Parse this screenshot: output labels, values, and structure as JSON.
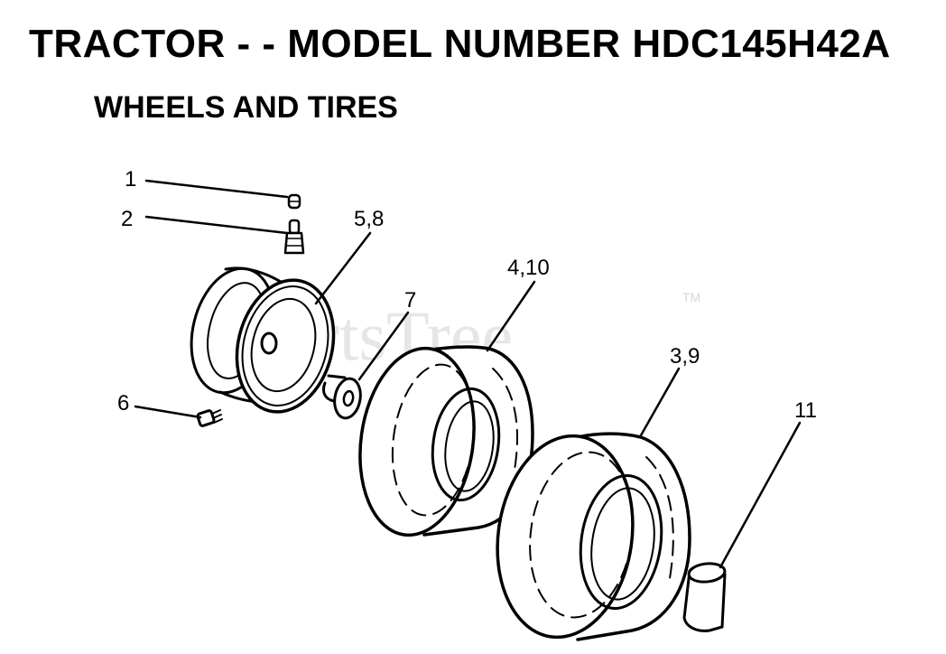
{
  "header": {
    "title": "TRACTOR - - MODEL NUMBER HDC145H42A",
    "subtitle": "WHEELS AND TIRES"
  },
  "watermark": {
    "brand": "PartsTree",
    "trademark": "TM"
  },
  "callouts": {
    "c1": "1",
    "c2": "2",
    "c58": "5,8",
    "c7": "7",
    "c410": "4,10",
    "c39": "3,9",
    "c6": "6",
    "c11": "11"
  }
}
